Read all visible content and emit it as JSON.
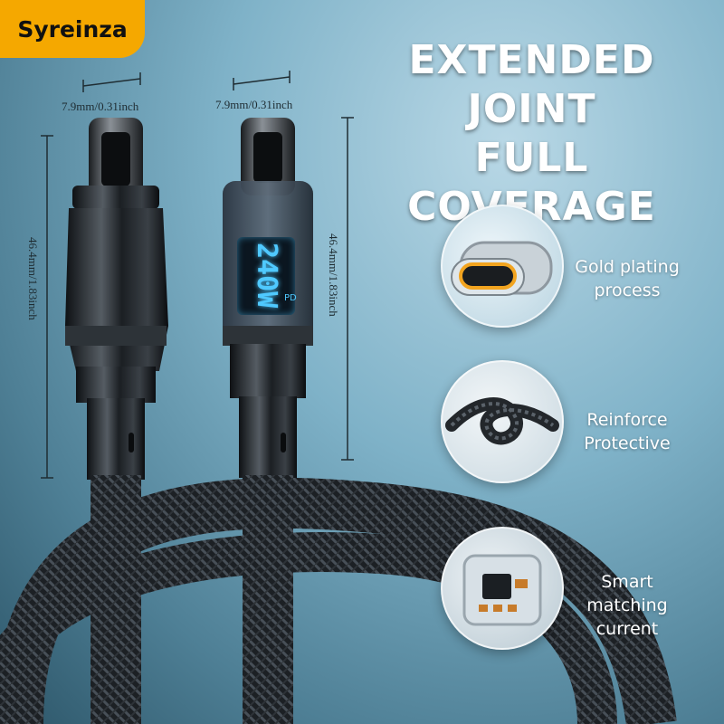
{
  "brand": {
    "name": "Syreinza",
    "color": "#f5a800"
  },
  "headline": {
    "line1": "EXTENDED JOINT",
    "line2": "FULL COVERAGE"
  },
  "dimensions": {
    "left_width": "7.9mm/0.31inch",
    "right_width": "7.9mm/0.31inch",
    "left_length": "46.4mm/1.83inch",
    "right_length": "46.4mm/1.83inch"
  },
  "display": {
    "reading": "240W",
    "tag": "PD",
    "color": "#4fc9ff"
  },
  "features": [
    {
      "icon": "gold-connector-icon",
      "line1": "Gold plating",
      "line2": "process"
    },
    {
      "icon": "braided-knot-icon",
      "line1": "Reinforce",
      "line2": "Protective"
    },
    {
      "icon": "chip-icon",
      "line1": "Smart matching",
      "line2": "current"
    }
  ]
}
